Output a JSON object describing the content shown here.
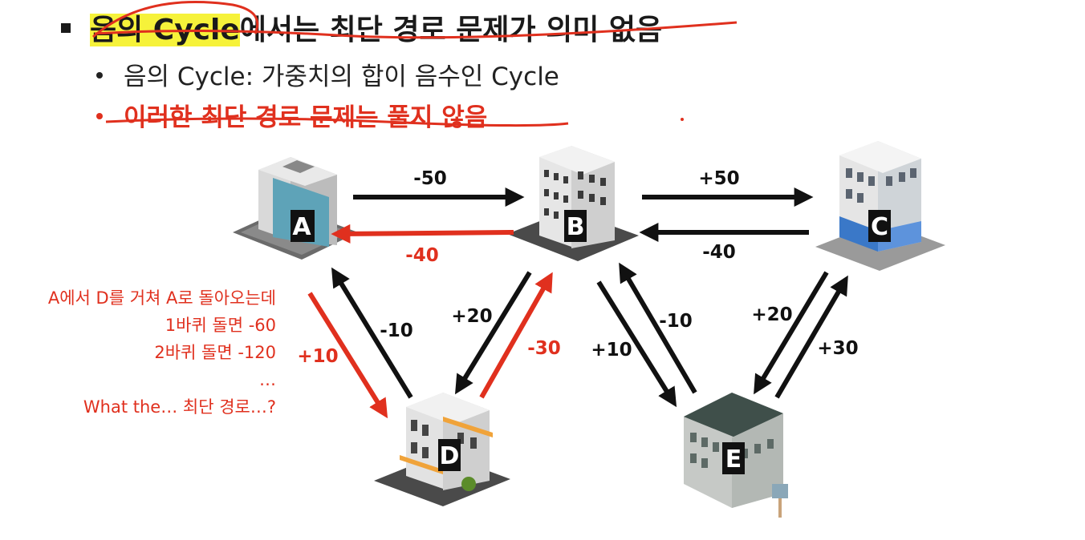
{
  "bullets": {
    "main_highlight": "음의 Cycle",
    "main_rest": "에서는 최단 경로 문제가 의미 없음",
    "sub1": "음의 Cycle: 가중치의 합이 음수인 Cycle",
    "sub2": "이러한 최단 경로 문제는 풀지 않음"
  },
  "nodes": {
    "A": "A",
    "B": "B",
    "C": "C",
    "D": "D",
    "E": "E"
  },
  "edges": {
    "a_b": "-50",
    "b_a": "-40",
    "b_c": "+50",
    "c_b": "-40",
    "a_d": "+10",
    "d_a": "-10",
    "b_d": "+20",
    "d_b": "-30",
    "b_e": "+10",
    "e_b": "-10",
    "e_c": "+30",
    "c_e": "+20"
  },
  "note": {
    "line1": "A에서 D를 거쳐 A로 돌아오는데",
    "line2": "1바퀴 돌면 -60",
    "line3": "2바퀴 돌면 -120",
    "line4": "…",
    "line5": "What the… 최단 경로…?"
  },
  "colors": {
    "highlight": "#f6f23a",
    "red": "#e0301e",
    "black": "#111111"
  }
}
